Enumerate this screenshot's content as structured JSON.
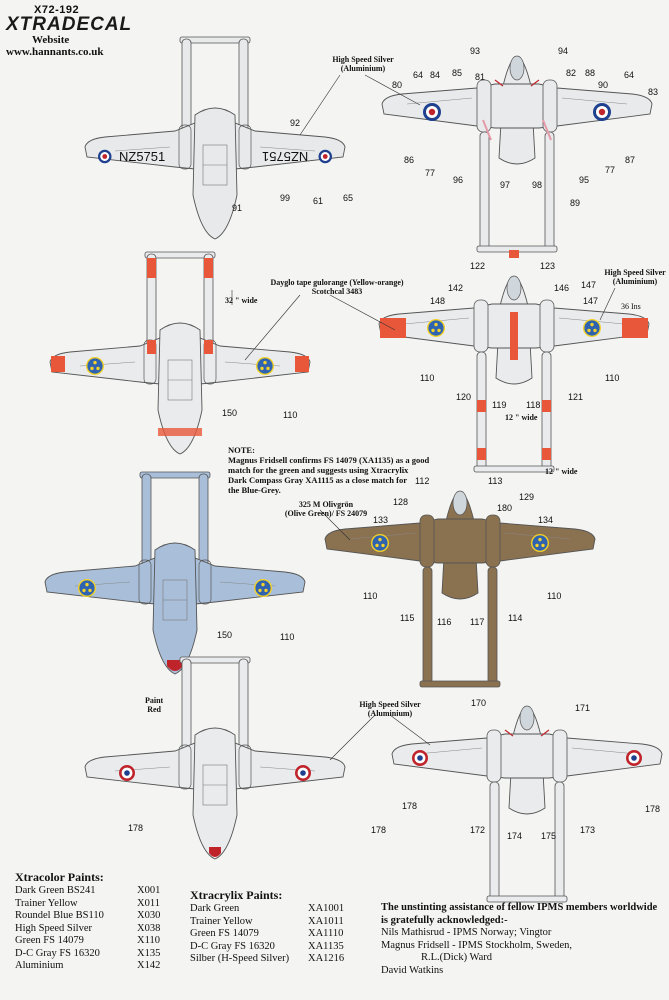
{
  "header": {
    "sheet_code": "X72-192",
    "brand": "XTRADECAL",
    "website_label": "Website",
    "website_url": "www.hannants.co.uk"
  },
  "aircraft_serial": "NZ5751",
  "callouts": {
    "high_speed_silver": [
      "High Speed Silver",
      "(Aluminium)"
    ],
    "dayglo": [
      "Dayglo tape gulorange (Yellow-orange)",
      "Scotchcal 3483"
    ],
    "width_32": "32 \" wide",
    "width_12a": "12 \" wide",
    "width_12b": "12 \" wide",
    "ins_36": "36 Ins",
    "olive": [
      "325 M Olivgrön",
      "(Olive Green)/ FS 24079"
    ],
    "paint_red": [
      "Paint",
      "Red"
    ]
  },
  "note": {
    "title": "NOTE:",
    "lines": [
      "Magnus Fridsell confirms FS 14079 (XA1135) as a good",
      "match for the green and suggests using Xtracrylix",
      "Dark Compass Gray XA1115 as a close match for",
      "the Blue-Grey."
    ]
  },
  "numbers": {
    "p1_top": [
      "92",
      "91",
      "99",
      "61",
      "65"
    ],
    "p2_top": [
      "93",
      "94",
      "80",
      "84",
      "85",
      "81",
      "82",
      "88",
      "90",
      "64",
      "64",
      "83",
      "86",
      "77",
      "96",
      "97",
      "98",
      "95",
      "77",
      "87",
      "89"
    ],
    "p3_top": [
      "150",
      "110"
    ],
    "p4_top": [
      "122",
      "123",
      "142",
      "146",
      "147",
      "147",
      "148",
      "110",
      "120",
      "119",
      "118",
      "121",
      "110"
    ],
    "p5_top": [
      "150",
      "110"
    ],
    "p6_top": [
      "112",
      "113",
      "128",
      "129",
      "180",
      "133",
      "134",
      "110",
      "115",
      "116",
      "117",
      "114",
      "110"
    ],
    "p7_top": [
      "178",
      "178"
    ],
    "p8_top": [
      "170",
      "171",
      "178",
      "172",
      "174",
      "175",
      "173",
      "178"
    ]
  },
  "xtracolor": {
    "title": "Xtracolor Paints:",
    "rows": [
      {
        "name": "Dark Green BS241",
        "code": "X001"
      },
      {
        "name": "Trainer Yellow",
        "code": "X011"
      },
      {
        "name": "Roundel Blue BS110",
        "code": "X030"
      },
      {
        "name": "High Speed Silver",
        "code": "X038"
      },
      {
        "name": "Green  FS 14079",
        "code": "X110"
      },
      {
        "name": "D-C Gray FS 16320",
        "code": "X135"
      },
      {
        "name": "Aluminium",
        "code": "X142"
      }
    ]
  },
  "xtracrylix": {
    "title": "Xtracrylix Paints:",
    "rows": [
      {
        "name": "Dark Green",
        "code": "XA1001"
      },
      {
        "name": "Trainer Yellow",
        "code": "XA1011"
      },
      {
        "name": "Green FS 14079",
        "code": "XA1110"
      },
      {
        "name": "D-C Gray FS 16320",
        "code": "XA1135"
      },
      {
        "name": "Silber (H-Speed Silver)",
        "code": "XA1216"
      }
    ]
  },
  "acknowledgement": {
    "lines_bold": [
      "The unstinting assistance of  fellow IPMS members worldwide",
      "is gratefully acknowledged:-"
    ],
    "names": [
      "Nils Mathisrud - IPMS Norway; Vingtor",
      "Magnus  Fridsell - IPMS Stockholm, Sweden,",
      "R.L.(Dick) Ward",
      "David Watkins"
    ]
  },
  "colors": {
    "silver": "#e6e8ea",
    "panel": "#9aa0a6",
    "dayglo": "#e8573a",
    "olive": "#8a7150",
    "bluegrey": "#a9bfd9",
    "roundel_blue": "#1f3f8f",
    "roundel_red": "#c0242b",
    "swedish_blue": "#2f63b0",
    "swedish_yellow": "#f1d12a"
  }
}
